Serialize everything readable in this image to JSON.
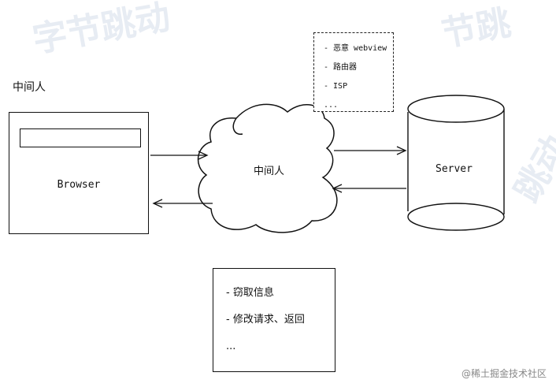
{
  "labels": {
    "left_title": "中间人",
    "browser": "Browser",
    "middleman": "中间人",
    "server": "Server"
  },
  "middleman_types": [
    "- 恶意 webview",
    "- 路由器",
    "- ISP",
    "..."
  ],
  "attacks": [
    "- 窃取信息",
    "- 修改请求、返回",
    "..."
  ],
  "credit": "@稀土掘金技术社区",
  "colors": {
    "stroke": "#111111",
    "watermark": "#e7ecf3",
    "credit": "#888888"
  }
}
